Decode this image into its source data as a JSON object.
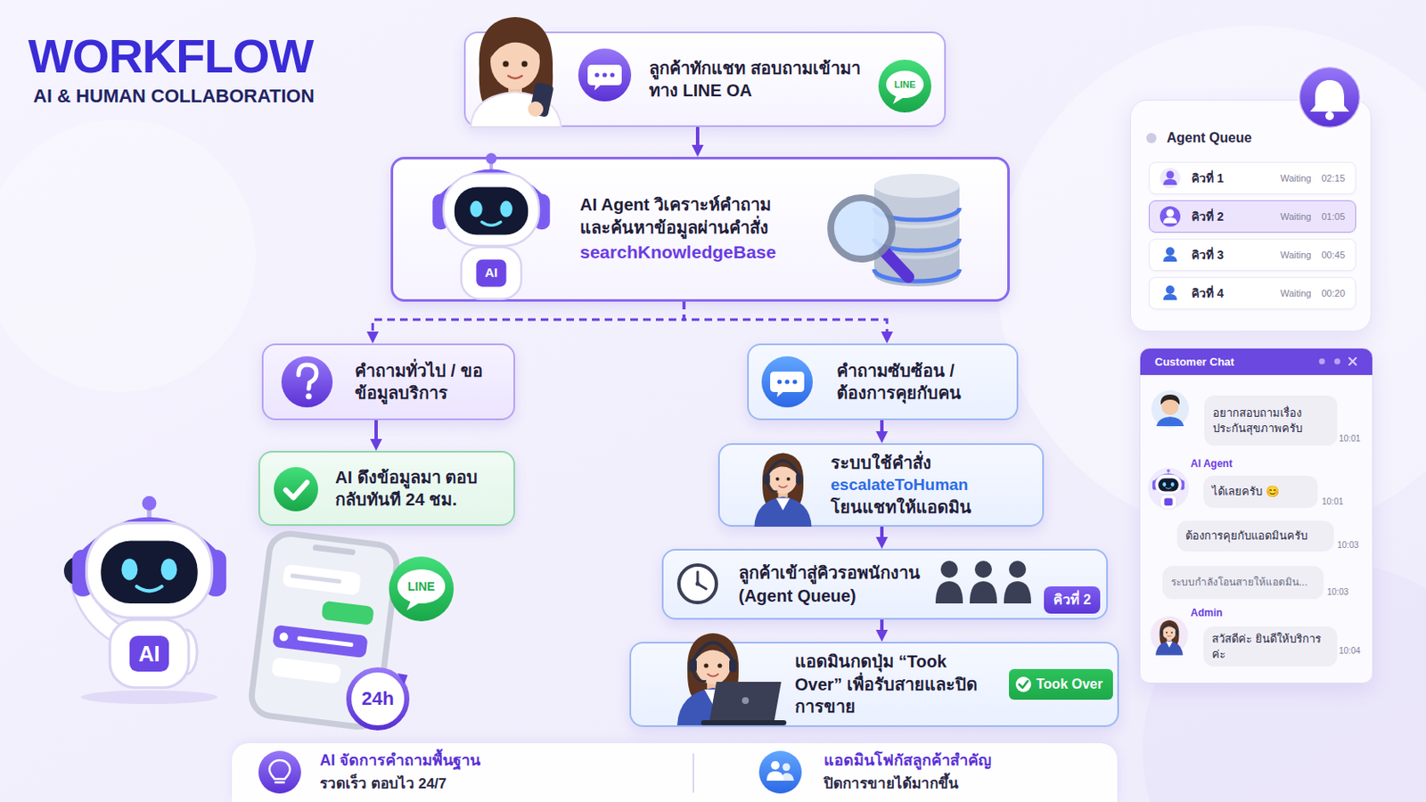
{
  "diagram": {
    "title": "WORKFLOW",
    "nodes": [
      {
        "text": [
          "ลูกค้าทักแชท สอบถามเข้ามาทาง LINE OA"
        ]
      },
      {
        "text": [
          "AI Agent วิเคราะห์คำถาม และค้นหาข้อมูลผ่านคำสั่ง",
          "searchKnowledgeBase"
        ]
      },
      {
        "text": [
          "คำถามทั่วไป / ขอข้อมูลบริการ"
        ]
      },
      {
        "text": [
          "คำถามซับซ้อน / ต้องการคุยกับคน"
        ]
      },
      {
        "text": [
          "AI ดึงข้อมูลมา ตอบกลับทันที 24 ชม."
        ]
      },
      {
        "text": [
          "ระบบใช้คำสั่ง",
          "escalateToHuman",
          "โยนแชทให้แอดมิน"
        ]
      },
      {
        "text": [
          "ลูกค้าเข้าสู่คิวรอพนักงาน (Agent Queue)"
        ]
      },
      {
        "text": [
          "คิวที่ 2"
        ],
        "in": 6
      },
      {
        "text": [
          "แอดมินกดปุ่ม “Took Over” เพื่อรับสายและปิดการขาย"
        ]
      },
      {
        "text": [
          "Took Over"
        ],
        "in": 8
      },
      {
        "text": [
          "AI จัดการคำถามพื้นฐาน",
          "รวดเร็ว ตอบไว 24/7",
          "แอดมินโฟกัสลูกค้าสำคัญ",
          "ปิดการขายได้มากขึ้น"
        ]
      },
      {
        "text": [
          "Agent Queue"
        ]
      },
      {
        "text": [
          "คิวที่ 1",
          "Waiting",
          "02:15"
        ],
        "in": 11
      },
      {
        "text": [
          "คิวที่ 2",
          "Waiting",
          "01:05"
        ],
        "in": 11
      },
      {
        "text": [
          "คิวที่ 3",
          "Waiting",
          "00:45"
        ],
        "in": 11
      },
      {
        "text": [
          "คิวที่ 4",
          "Waiting",
          "00:20"
        ],
        "in": 11
      },
      {
        "text": [
          "Customer Chat"
        ]
      },
      {
        "text": [
          "อยากสอบถามเรื่อง ประกันสุขภาพครับ"
        ],
        "in": 16
      },
      {
        "text": [
          "ได้เลยครับ 😊"
        ],
        "in": 16
      },
      {
        "text": [
          "ต้องการคุยกับแอดมินครับ"
        ],
        "in": 16
      },
      {
        "text": [
          "ระบบกำลังโอนสายให้แอดมิน..."
        ],
        "in": 16
      },
      {
        "text": [
          "สวัสดีค่ะ ยินดีให้บริการค่ะ"
        ],
        "in": 16
      }
    ],
    "edges": [
      {
        "from": 0,
        "to": 1,
        "arrow": "to"
      },
      {
        "from": 1,
        "to": 2,
        "arrow": "to"
      },
      {
        "from": 1,
        "to": 3,
        "arrow": "to"
      },
      {
        "from": 2,
        "to": 4,
        "arrow": "to"
      },
      {
        "from": 3,
        "to": 5,
        "arrow": "to"
      },
      {
        "from": 5,
        "to": 6,
        "arrow": "to"
      },
      {
        "from": 6,
        "to": 8,
        "arrow": "to"
      }
    ],
    "labels": [
      "AI & HUMAN COLLABORATION",
      "LINE",
      "AI",
      "AI",
      "LINE",
      "24h",
      "10:01",
      "AI Agent",
      "10:01",
      "10:03",
      "10:03",
      "Admin",
      "10:04"
    ]
  }
}
